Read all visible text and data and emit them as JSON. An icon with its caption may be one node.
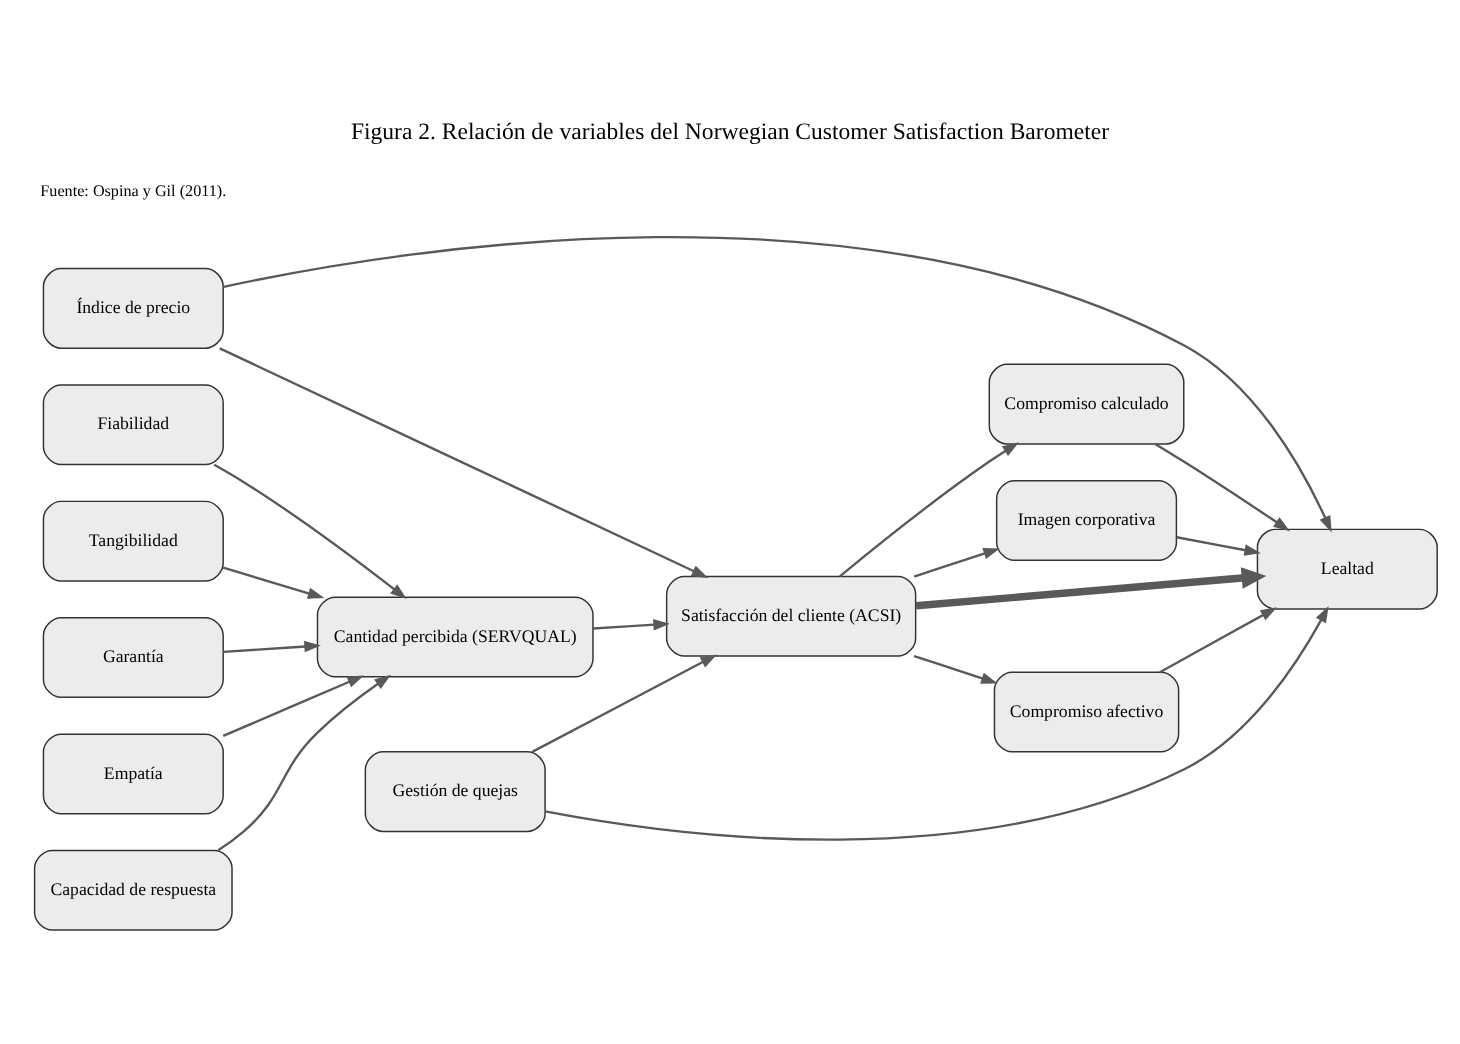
{
  "diagram": {
    "title": "Figura 2. Relación de variables del Norwegian Customer Satisfaction Barometer",
    "caption": "Fuente: Ospina y Gil (2011).",
    "nodes": [
      {
        "text": [
          "Índice de precio"
        ]
      },
      {
        "text": [
          "Fiabilidad"
        ]
      },
      {
        "text": [
          "Imagen corporativa"
        ]
      },
      {
        "text": [
          "Tangibilidad"
        ]
      },
      {
        "text": [
          "Garantía"
        ]
      },
      {
        "text": [
          "Cantidad percibida (SERVQUAL)"
        ]
      },
      {
        "text": [
          "Satisfacción del cliente (ACSI)"
        ]
      },
      {
        "text": [
          "Lealtad"
        ]
      },
      {
        "text": [
          "Empatía"
        ]
      },
      {
        "text": [
          "Compromiso afectivo"
        ]
      },
      {
        "text": [
          "Capacidad de respuesta"
        ]
      },
      {
        "text": [
          "Gestión de quejas"
        ]
      },
      {
        "text": [
          "Compromiso calculado"
        ]
      }
    ],
    "edges": [
      {
        "from": 1,
        "to": 5,
        "arrow": "to"
      },
      {
        "from": 3,
        "to": 5,
        "arrow": "to"
      },
      {
        "from": 4,
        "to": 5,
        "arrow": "to"
      },
      {
        "from": 8,
        "to": 5,
        "arrow": "to"
      },
      {
        "from": 10,
        "to": 5,
        "arrow": "to"
      },
      {
        "from": 0,
        "to": 6,
        "arrow": "to"
      },
      {
        "from": 0,
        "to": 7,
        "arrow": "to"
      },
      {
        "from": 5,
        "to": 6,
        "arrow": "to"
      },
      {
        "from": 6,
        "to": 2,
        "arrow": "to"
      },
      {
        "from": 6,
        "to": 7,
        "arrow": "to",
        "style": "thick"
      },
      {
        "from": 6,
        "to": 9,
        "arrow": "to"
      },
      {
        "from": 6,
        "to": 12,
        "arrow": "to"
      },
      {
        "from": 2,
        "to": 7,
        "arrow": "to"
      },
      {
        "from": 11,
        "to": 6,
        "arrow": "to"
      },
      {
        "from": 11,
        "to": 7,
        "arrow": "to"
      },
      {
        "from": 9,
        "to": 7,
        "arrow": "to"
      },
      {
        "from": 12,
        "to": 7,
        "arrow": "to"
      }
    ]
  }
}
